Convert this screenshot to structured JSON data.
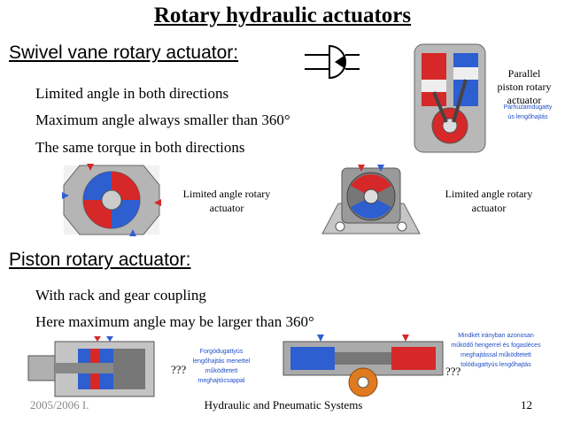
{
  "slide": {
    "title": "Rotary hydraulic actuators",
    "section1": {
      "heading": "Swivel vane rotary actuator:",
      "bullets": [
        "Limited angle in both directions",
        "Maximum angle always smaller than 360°",
        "The same torque in both directions"
      ]
    },
    "parallel_caption": [
      "Parallel",
      "piston rotary",
      "actuator"
    ],
    "parallel_hu": [
      "Párhuzamdugatty",
      "ús lengőhajtás"
    ],
    "captions": {
      "limited_1": [
        "Limited angle rotary",
        "actuator"
      ],
      "limited_2": [
        "Limited angle rotary",
        "actuator"
      ]
    },
    "section2": {
      "heading": "Piston rotary actuator:",
      "bullets": [
        "With rack and gear coupling",
        "Here maximum angle may be larger than 360°"
      ]
    },
    "hu_left": [
      "Forgódugattyús",
      "lengőhajtás menettel",
      "működtetett",
      "meghajtócsappal"
    ],
    "hu_right": [
      "Mindkét irányban azonosan",
      "működő hengerrel és fogasléces",
      "meghajtással működtetett",
      "tolódugattyús lengőhajtás"
    ],
    "qqq": "???",
    "footer": {
      "left": "2005/2006 I.",
      "center": "Hydraulic and Pneumatic Systems",
      "page": "12"
    }
  },
  "colors": {
    "red": "#d62828",
    "blue": "#2e5fd0",
    "gray": "#9a9a9a"
  }
}
